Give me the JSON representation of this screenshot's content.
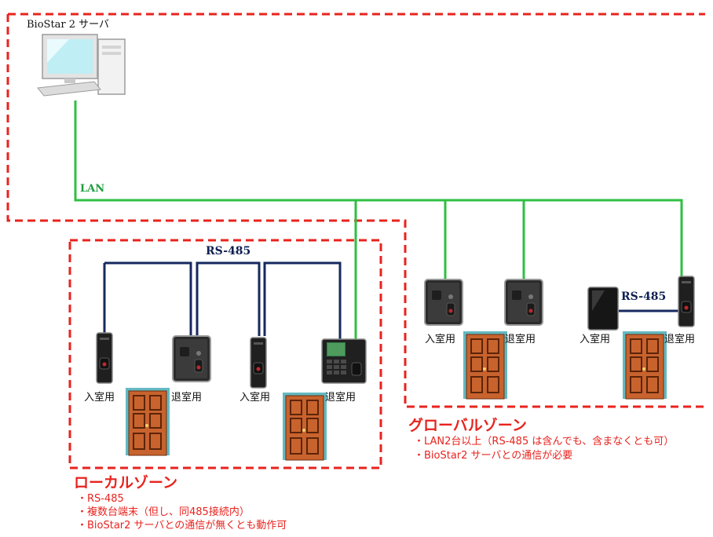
{
  "server": {
    "title": "BioStar 2 サーバ"
  },
  "network": {
    "lan_label": "LAN",
    "rs485_label": "RS-485"
  },
  "colors": {
    "lan": "#2fbf43",
    "rs485": "#16285e",
    "zone_border": "#e8231e",
    "note_text": "#e8231e",
    "door": "#c8632e",
    "door_frame": "#63b9c1"
  },
  "devices": {
    "entry_label": "入室用",
    "exit_label": "退室用"
  },
  "local_zone": {
    "title": "ローカルゾーン",
    "notes": [
      "・RS-485",
      "・複数台端末（但し、同485接続内）",
      "・BioStar2 サーバとの通信が無くとも動作可"
    ]
  },
  "global_zone": {
    "title": "グローバルゾーン",
    "notes": [
      "・LAN2台以上（RS-485 は含んでも、含まなくとも可）",
      "・BioStar2 サーバとの通信が必要"
    ]
  }
}
